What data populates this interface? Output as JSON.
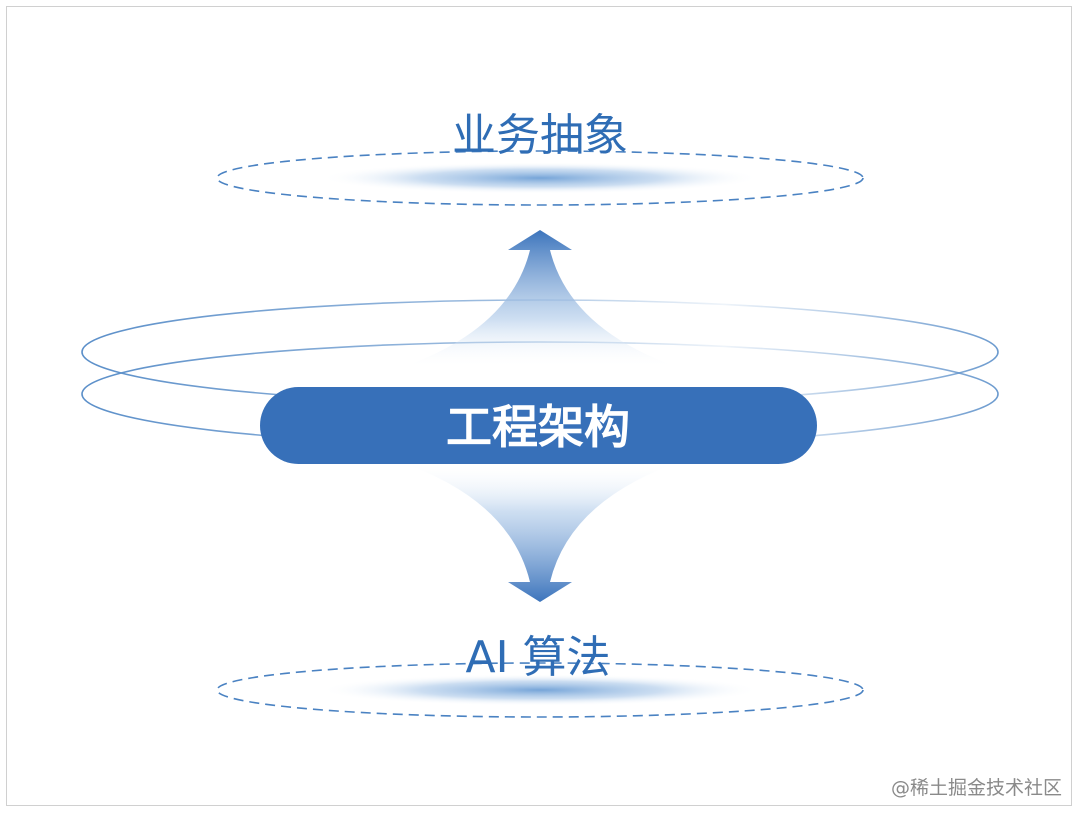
{
  "diagram": {
    "top_label": "业务抽象",
    "center_label": "工程架构",
    "bottom_label": "AI 算法",
    "arrow_up": "up-arrow",
    "arrow_down": "down-arrow"
  },
  "watermark": "@稀土掘金技术社区",
  "colors": {
    "primary": "#3770b9",
    "text": "#2f6db5",
    "ring": "#5b8fc9",
    "dashed": "#4a82c2",
    "glow": "#9fc0e3"
  }
}
